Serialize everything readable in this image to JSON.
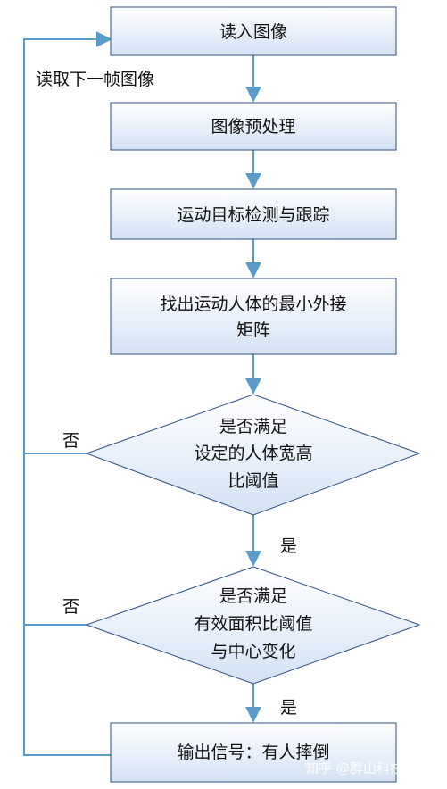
{
  "diagram": {
    "nodes": {
      "read_image": "读入图像",
      "preprocess": "图像预处理",
      "detect_track": "运动目标检测与跟踪",
      "find_rect": [
        "找出运动人体的最小外接",
        "矩阵"
      ],
      "check_ratio": [
        "是否满足",
        "设定的人体宽高",
        "比阈值"
      ],
      "check_area": [
        "是否满足",
        "有效面积比阈值",
        "与中心变化"
      ],
      "output": "输出信号：有人摔倒"
    },
    "edge_labels": {
      "loop_back": "读取下一帧图像",
      "no_1": "否",
      "no_2": "否",
      "yes_1": "是",
      "yes_2": "是"
    },
    "watermark": "知乎 @群山科技工作室",
    "colors": {
      "box_fill_top": "#ffffff",
      "box_fill_bottom": "#d4e2f4",
      "box_stroke": "#2f4f7f",
      "arrow": "#5b9bc8"
    }
  }
}
